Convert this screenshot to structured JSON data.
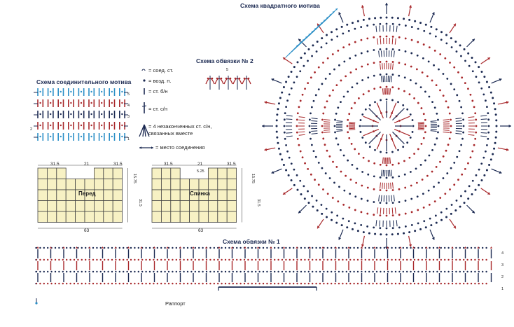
{
  "titles": {
    "square_motif": "Схема квадратного мотива",
    "connecting_motif": "Схема соединительного мотива",
    "edging2": "Схема обвязки № 2",
    "edging1": "Схема обвязки № 1"
  },
  "legend": {
    "chain_st": "= возд. п.",
    "slip_st": "= соед. ст.",
    "sc": "= ст. б/н",
    "dc": "= ст. с/н",
    "cluster_line1": "= 4 незаконченных ст. с/н,",
    "cluster_line2": "связанных вместе",
    "join": "= место соединения"
  },
  "front_pattern": {
    "label": "Перед",
    "top_dims": [
      "31.5",
      "21",
      "31.5"
    ],
    "bottom_dim": "63",
    "right_dims": [
      "15.75",
      "31.5"
    ]
  },
  "back_pattern": {
    "label": "Спинка",
    "top_dims": [
      "31.5",
      "21",
      "31.5",
      "5.25"
    ],
    "bottom_dim": "63",
    "right_dims": [
      "15.75",
      "31.5"
    ]
  },
  "edging1_labels": {
    "repeat": "Раппорт",
    "row_numbers": [
      "4",
      "3",
      "2",
      "1"
    ]
  },
  "edging2_labels": {
    "mark": "5"
  },
  "connecting_labels": {
    "row_numbers": [
      "5",
      "4",
      "3",
      "2",
      "1"
    ]
  },
  "colors": {
    "red": "#a8282b",
    "dark": "#1c2a52",
    "blue": "#2b8fc7",
    "cell": "#f7f1c4",
    "line": "#444444"
  }
}
